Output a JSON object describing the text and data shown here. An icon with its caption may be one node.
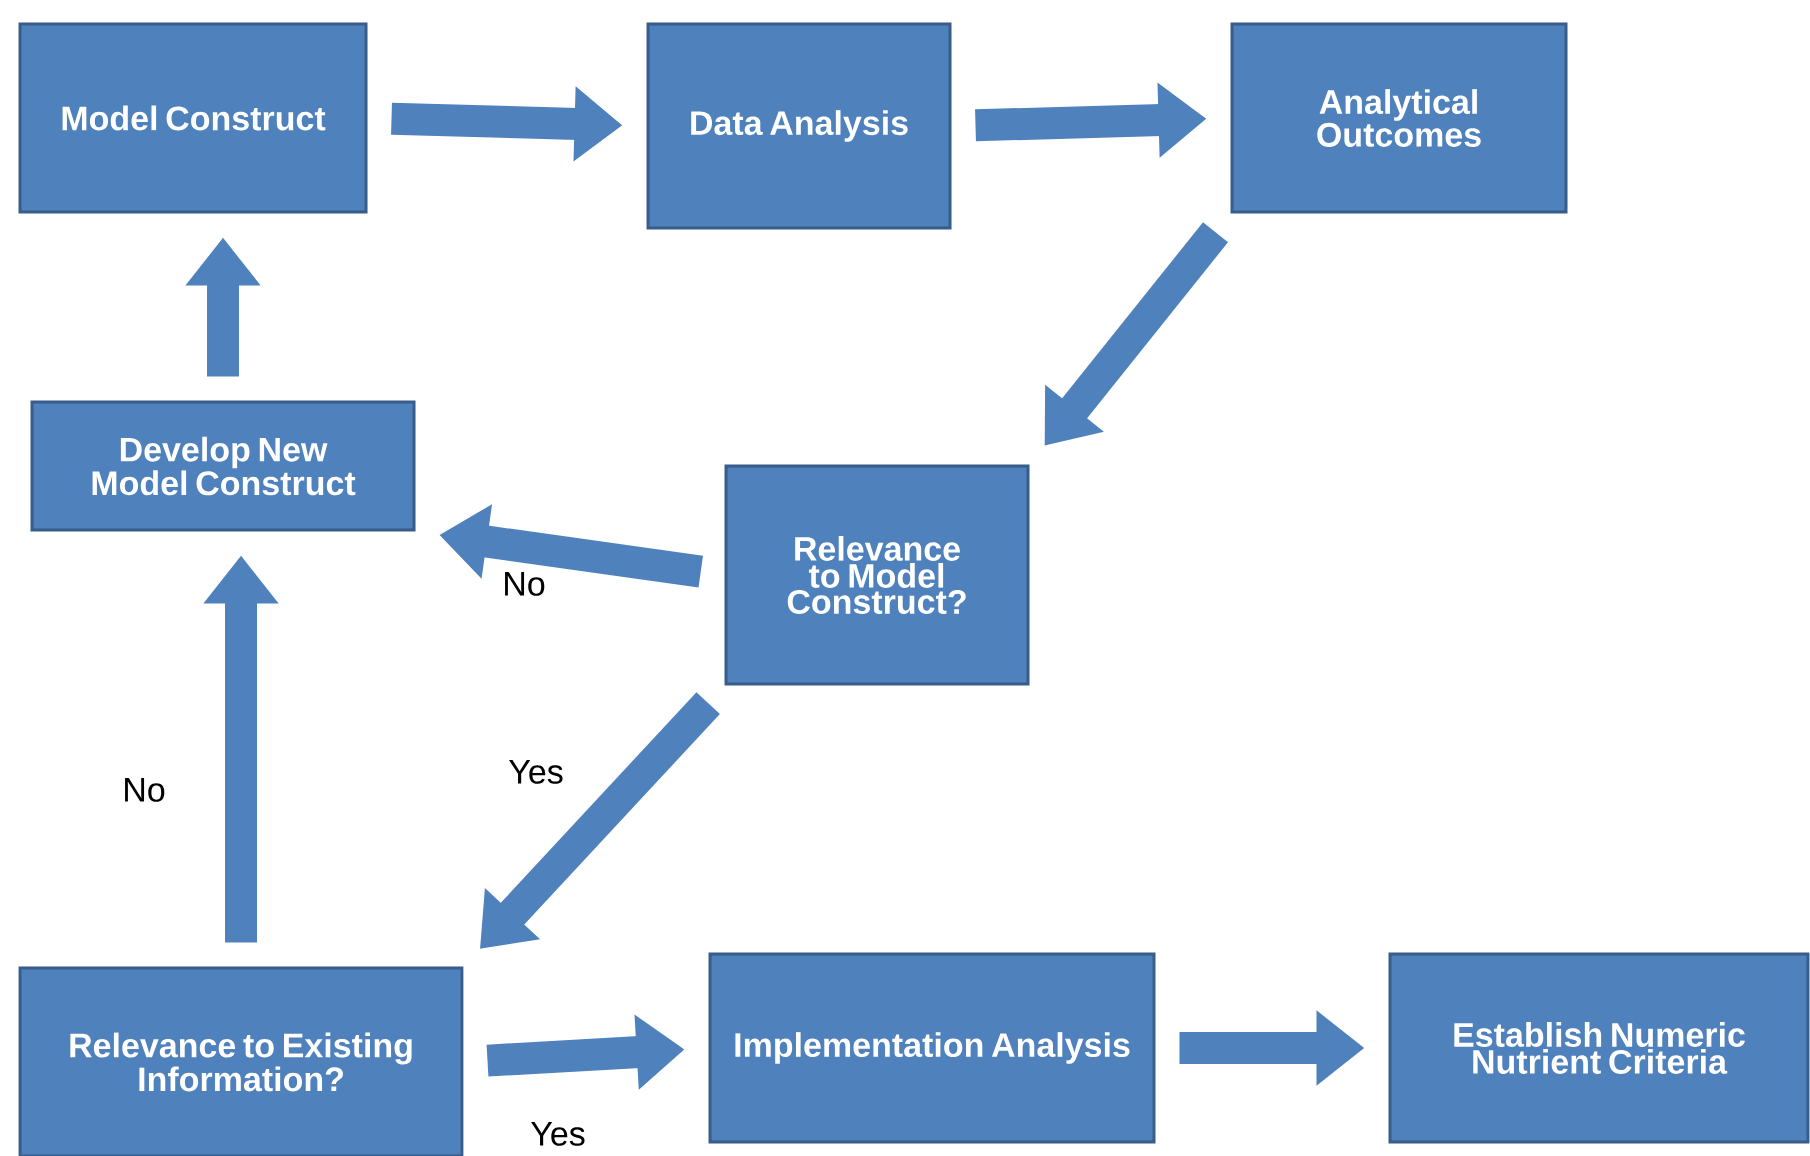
{
  "diagram": {
    "nodes": [
      {
        "text": [
          "Model Construct"
        ]
      },
      {
        "text": [
          "Data Analysis"
        ]
      },
      {
        "text": [
          "Analytical Outcomes"
        ]
      },
      {
        "text": [
          "Develop New Model Construct"
        ]
      },
      {
        "text": [
          "Relevance to Model Construct?"
        ]
      },
      {
        "text": [
          "Relevance to Existing Information?"
        ]
      },
      {
        "text": [
          "Implementation Analysis"
        ]
      },
      {
        "text": [
          "Establish Numeric Nutrient Criteria"
        ]
      }
    ],
    "edges": [
      {
        "from": 0,
        "to": 1,
        "arrow": "to"
      },
      {
        "from": 1,
        "to": 2,
        "arrow": "to"
      },
      {
        "from": 2,
        "to": 4,
        "arrow": "to"
      },
      {
        "from": 4,
        "to": 3,
        "arrow": "to",
        "label": "No"
      },
      {
        "from": 4,
        "to": 5,
        "arrow": "to",
        "label": "Yes"
      },
      {
        "from": 5,
        "to": 3,
        "arrow": "to",
        "label": "No"
      },
      {
        "from": 5,
        "to": 6,
        "arrow": "to",
        "label": "Yes"
      },
      {
        "from": 6,
        "to": 7,
        "arrow": "to"
      },
      {
        "from": 3,
        "to": 0,
        "arrow": "to"
      }
    ]
  }
}
